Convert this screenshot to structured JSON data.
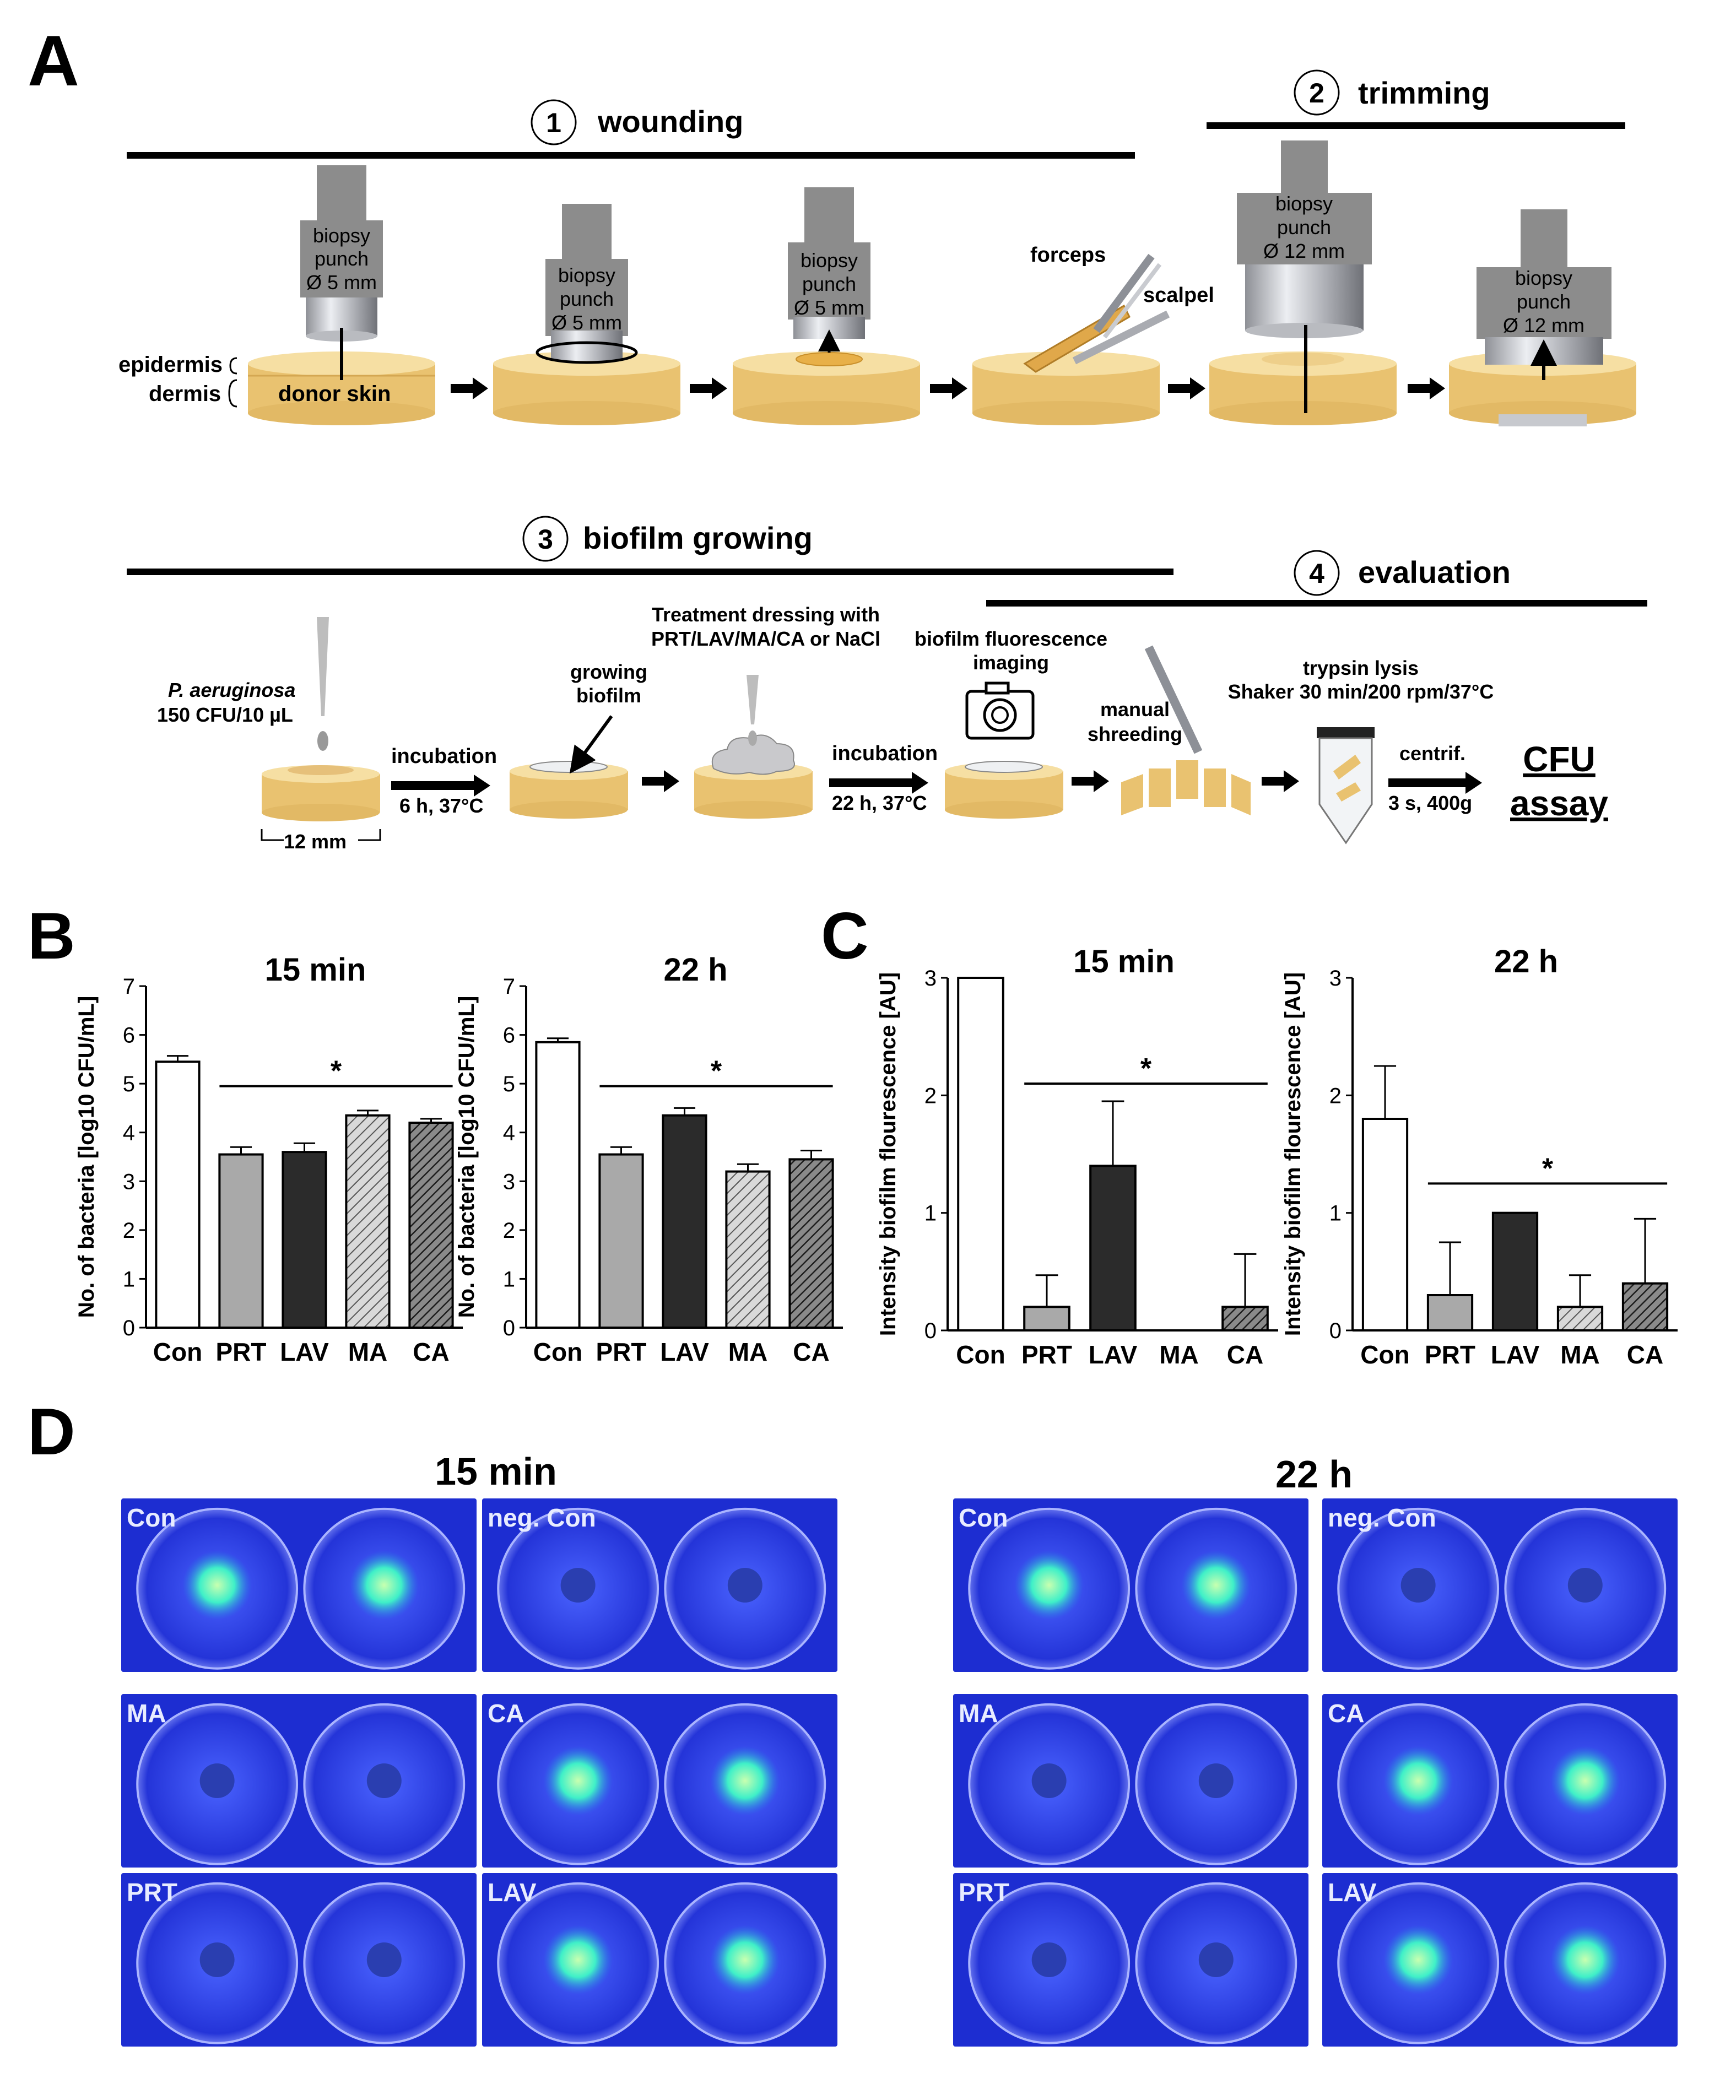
{
  "panels": {
    "a": "A",
    "b": "B",
    "c": "C",
    "d": "D"
  },
  "stepA": {
    "s1": {
      "num": "1",
      "title": "wounding"
    },
    "s2": {
      "num": "2",
      "title": "trimming"
    },
    "s3": {
      "num": "3",
      "title": "biofilm growing"
    },
    "s4": {
      "num": "4",
      "title": "evaluation"
    },
    "punch5": [
      "biopsy",
      "punch",
      "Ø 5 mm"
    ],
    "punch12": [
      "biopsy",
      "punch",
      "Ø 12 mm"
    ],
    "epidermis": "epidermis",
    "dermis": "dermis",
    "donor_skin": "donor skin",
    "forceps": "forceps",
    "scalpel": "scalpel"
  },
  "stepB": {
    "organism": "P. aeruginosa",
    "inoculum": "150 CFU/10 µL",
    "size": "12 mm",
    "incubation": "incubation",
    "inc1": "6 h, 37°C",
    "inc2": "22 h, 37°C",
    "growing": [
      "growing",
      "biofilm"
    ],
    "treatment": [
      "Treatment dressing with",
      "PRT/LAV/MA/CA or NaCl"
    ],
    "imaging": [
      "biofilm fluorescence",
      "imaging"
    ],
    "manual": [
      "manual",
      "shreeding"
    ],
    "lysis": [
      "trypsin lysis",
      "Shaker 30 min/200 rpm/37°C"
    ],
    "centrif": "centrif.",
    "centrif_cond": "3 s, 400g",
    "cfu": [
      "CFU",
      "assay"
    ]
  },
  "chart_data": [
    {
      "type": "bar",
      "panel": "B",
      "title": "15 min",
      "ylabel": "No. of bacteria [log10 CFU/mL]",
      "categories": [
        "Con",
        "PRT",
        "LAV",
        "MA",
        "CA"
      ],
      "values": [
        5.45,
        3.55,
        3.6,
        4.35,
        4.2
      ],
      "errors": [
        0.12,
        0.15,
        0.18,
        0.1,
        0.08
      ],
      "ylim": [
        0,
        7
      ],
      "yticks": [
        "0",
        "1",
        "2",
        "3",
        "4",
        "5",
        "6",
        "7"
      ],
      "significance": "*"
    },
    {
      "type": "bar",
      "panel": "B",
      "title": "22 h",
      "ylabel": "No. of bacteria [log10 CFU/mL]",
      "categories": [
        "Con",
        "PRT",
        "LAV",
        "MA",
        "CA"
      ],
      "values": [
        5.85,
        3.55,
        4.35,
        3.2,
        3.45
      ],
      "errors": [
        0.08,
        0.15,
        0.15,
        0.15,
        0.18
      ],
      "ylim": [
        0,
        7
      ],
      "yticks": [
        "0",
        "1",
        "2",
        "3",
        "4",
        "5",
        "6",
        "7"
      ],
      "significance": "*"
    },
    {
      "type": "bar",
      "panel": "C",
      "title": "15 min",
      "ylabel": "Intensity biofilm flourescence [AU]",
      "categories": [
        "Con",
        "PRT",
        "LAV",
        "MA",
        "CA"
      ],
      "values": [
        3.0,
        0.2,
        1.4,
        0.0,
        0.2
      ],
      "errors": [
        0.0,
        0.27,
        0.55,
        0.0,
        0.45
      ],
      "ylim": [
        0,
        3
      ],
      "yticks": [
        "0",
        "1",
        "2",
        "3"
      ],
      "significance": "*"
    },
    {
      "type": "bar",
      "panel": "C",
      "title": "22 h",
      "ylabel": "Intensity biofilm flourescence [AU]",
      "categories": [
        "Con",
        "PRT",
        "LAV",
        "MA",
        "CA"
      ],
      "values": [
        1.8,
        0.3,
        1.0,
        0.2,
        0.4
      ],
      "errors": [
        0.45,
        0.45,
        0.0,
        0.27,
        0.55
      ],
      "ylim": [
        0,
        3
      ],
      "yticks": [
        "0",
        "1",
        "2",
        "3"
      ],
      "significance": "*"
    }
  ],
  "photos": {
    "t1": "15 min",
    "t2": "22 h",
    "labels": [
      "Con",
      "neg. Con",
      "MA",
      "CA",
      "PRT",
      "LAV"
    ]
  },
  "colors": {
    "skin_top": "#f6dfa3",
    "skin_side": "#e9c270",
    "photo_bg": "#1d2dd1",
    "glow": "#39f0c8"
  }
}
